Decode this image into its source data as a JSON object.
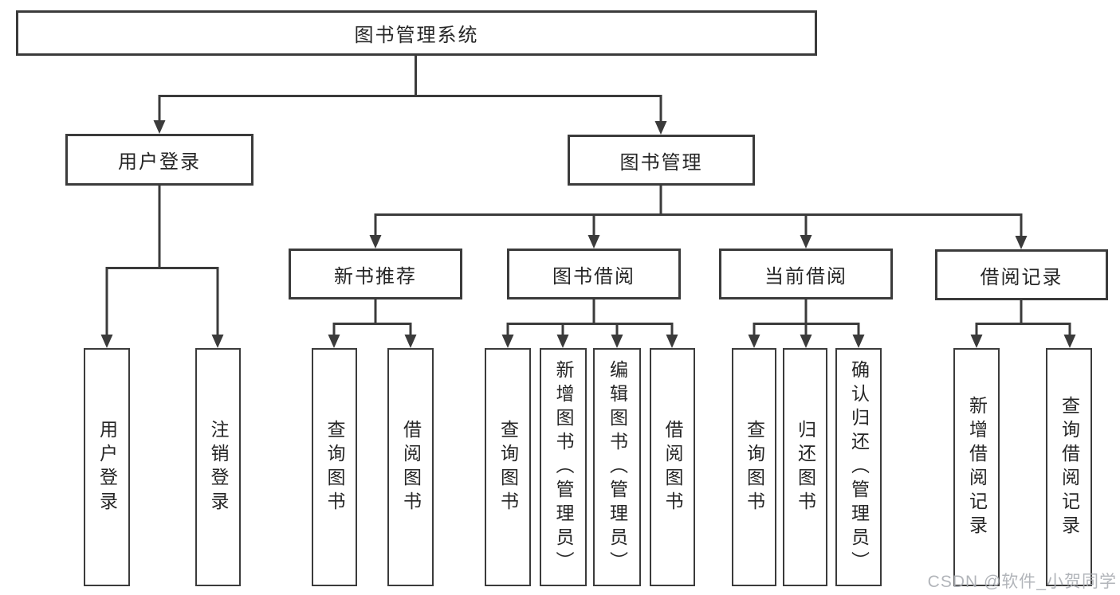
{
  "diagram": {
    "type": "hierarchy-tree",
    "nodes": {
      "root": "图书管理系统",
      "login": "用户登录",
      "mgmt": "图书管理",
      "login_children": [
        "用户登录",
        "注销登录"
      ],
      "rec": "新书推荐",
      "rec_children": [
        "查询图书",
        "借阅图书"
      ],
      "borrow": "图书借阅",
      "borrow_children": [
        "查询图书",
        "新增图书（管理员）",
        "编辑图书（管理员）",
        "借阅图书"
      ],
      "current": "当前借阅",
      "current_children": [
        "查询图书",
        "归还图书",
        "确认归还（管理员）"
      ],
      "records": "借阅记录",
      "records_children": [
        "新增借阅记录",
        "查询借阅记录"
      ]
    },
    "colors": {
      "line": "#3b3b3b",
      "box_border": "#3b3b3b",
      "text": "#262626",
      "background": "#ffffff",
      "watermark": "#abafb4"
    }
  },
  "watermark": {
    "text": "CSDN @软件_小贺同学"
  }
}
